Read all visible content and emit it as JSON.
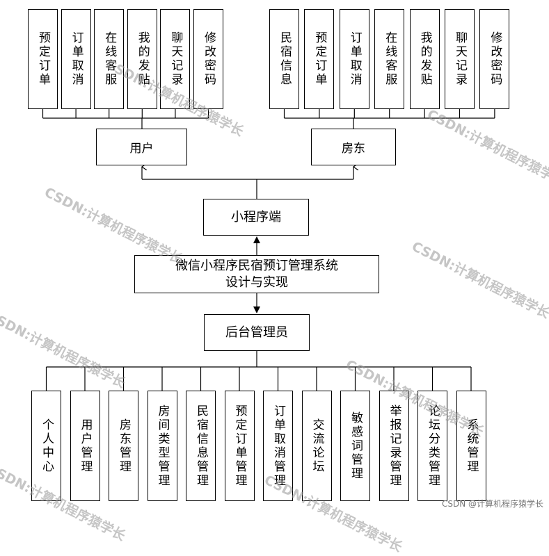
{
  "mini_program": {
    "label": "小程序端",
    "user": {
      "label": "用户",
      "functions": [
        "预定订单",
        "订单取消",
        "在线客服",
        "我的发贴",
        "聊天记录",
        "修改密码"
      ]
    },
    "landlord": {
      "label": "房东",
      "functions": [
        "民宿信息",
        "预定订单",
        "订单取消",
        "在线客服",
        "我的发贴",
        "聊天记录",
        "修改密码"
      ]
    }
  },
  "system": {
    "title_line1": "微信小程序民宿预订管理系统",
    "title_line2": "设计与实现"
  },
  "admin": {
    "label": "后台管理员",
    "functions": [
      "个人中心",
      "用户管理",
      "房东管理",
      "房间类型管理",
      "民宿信息管理",
      "预定订单管理",
      "订单取消管理",
      "交流论坛",
      "敏感词管理",
      "举报记录管理",
      "论坛分类管理",
      "系统管理"
    ]
  },
  "watermark": "CSDN:计算机程序猿学长",
  "footer": "CSDN @计算机程序猿学长"
}
